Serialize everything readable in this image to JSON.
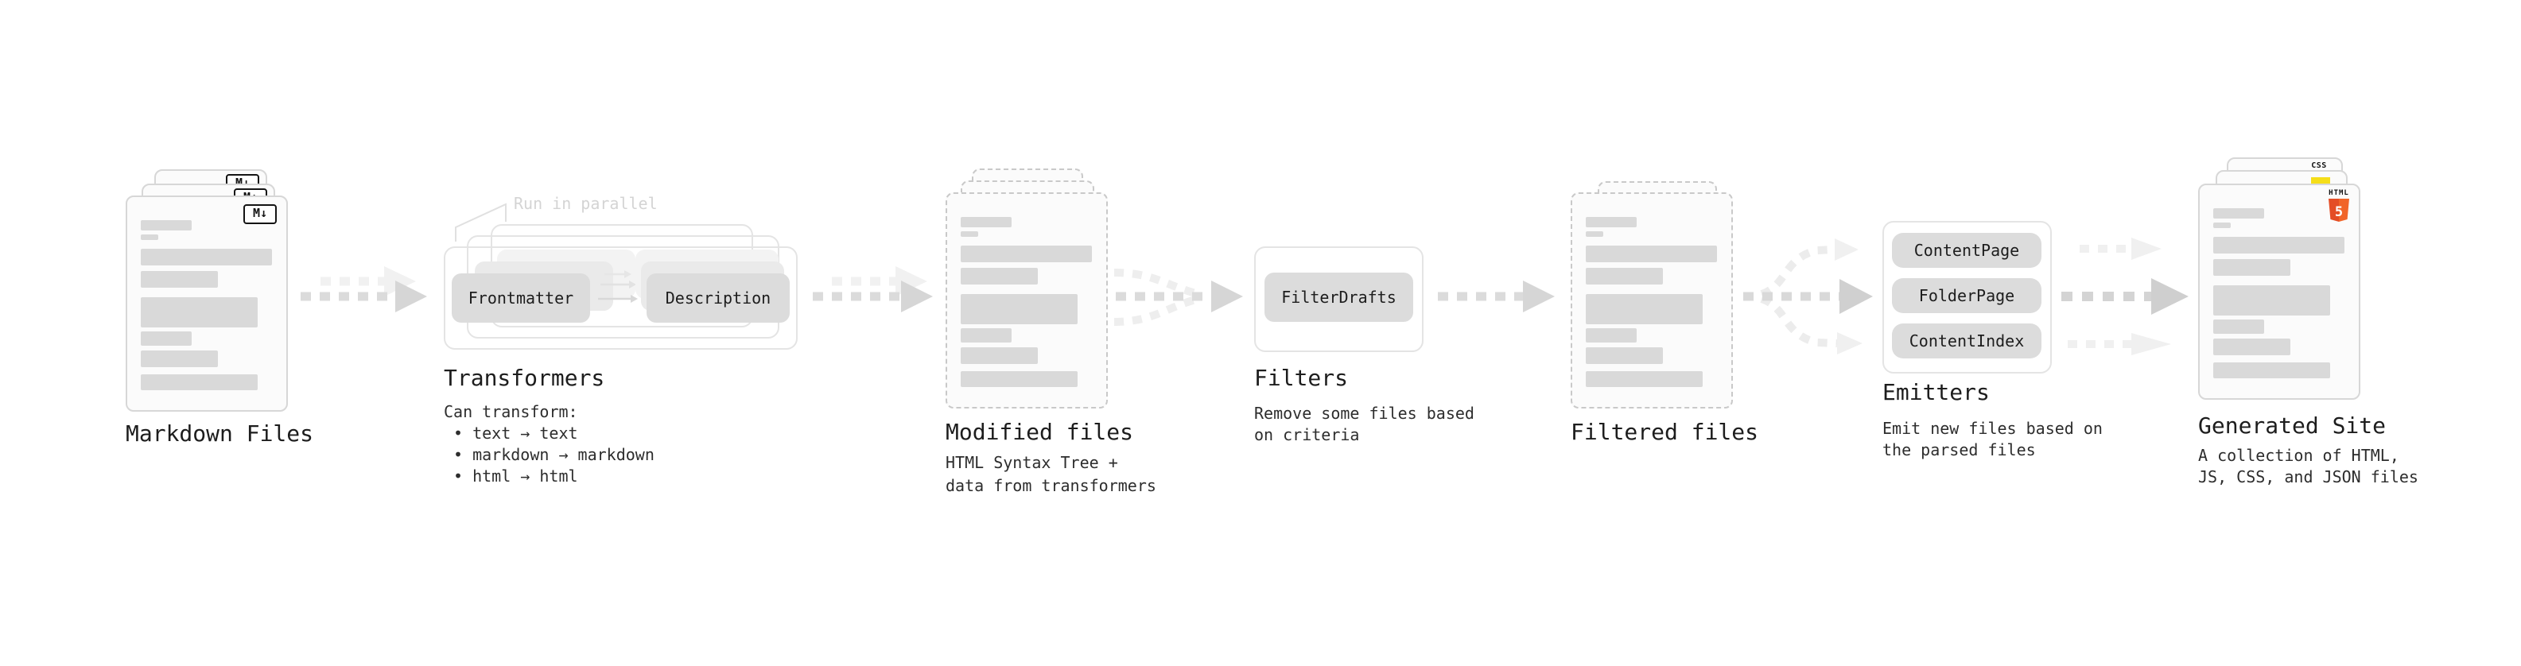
{
  "markdown": {
    "label": "Markdown Files",
    "badge": "M↓"
  },
  "transformers": {
    "label": "Transformers",
    "note": "Run in parallel",
    "button_left": "Frontmatter",
    "button_right": "Description",
    "desc": [
      "Can transform:",
      "• text → text",
      "• markdown → markdown",
      "• html → html"
    ]
  },
  "modified": {
    "label": "Modified files",
    "desc": [
      "HTML Syntax Tree +",
      "data from transformers"
    ]
  },
  "filters": {
    "label": "Filters",
    "button": "FilterDrafts",
    "desc": [
      "Remove some files based",
      "on criteria"
    ]
  },
  "filtered": {
    "label": "Filtered files"
  },
  "emitters": {
    "label": "Emitters",
    "buttons": [
      "ContentPage",
      "FolderPage",
      "ContentIndex"
    ],
    "desc": [
      "Emit new files based on",
      "the parsed files"
    ]
  },
  "generated": {
    "label": "Generated Site",
    "desc": [
      "A collection of HTML,",
      "JS, CSS, and JSON files"
    ],
    "css_badge": "CSS",
    "html_badge": "HTML",
    "html_five": "5"
  },
  "colors": {
    "html5_left": "#e44d26",
    "html5_right": "#f16529",
    "js_yellow": "#f5de19",
    "css_blue": "#2965f1"
  }
}
